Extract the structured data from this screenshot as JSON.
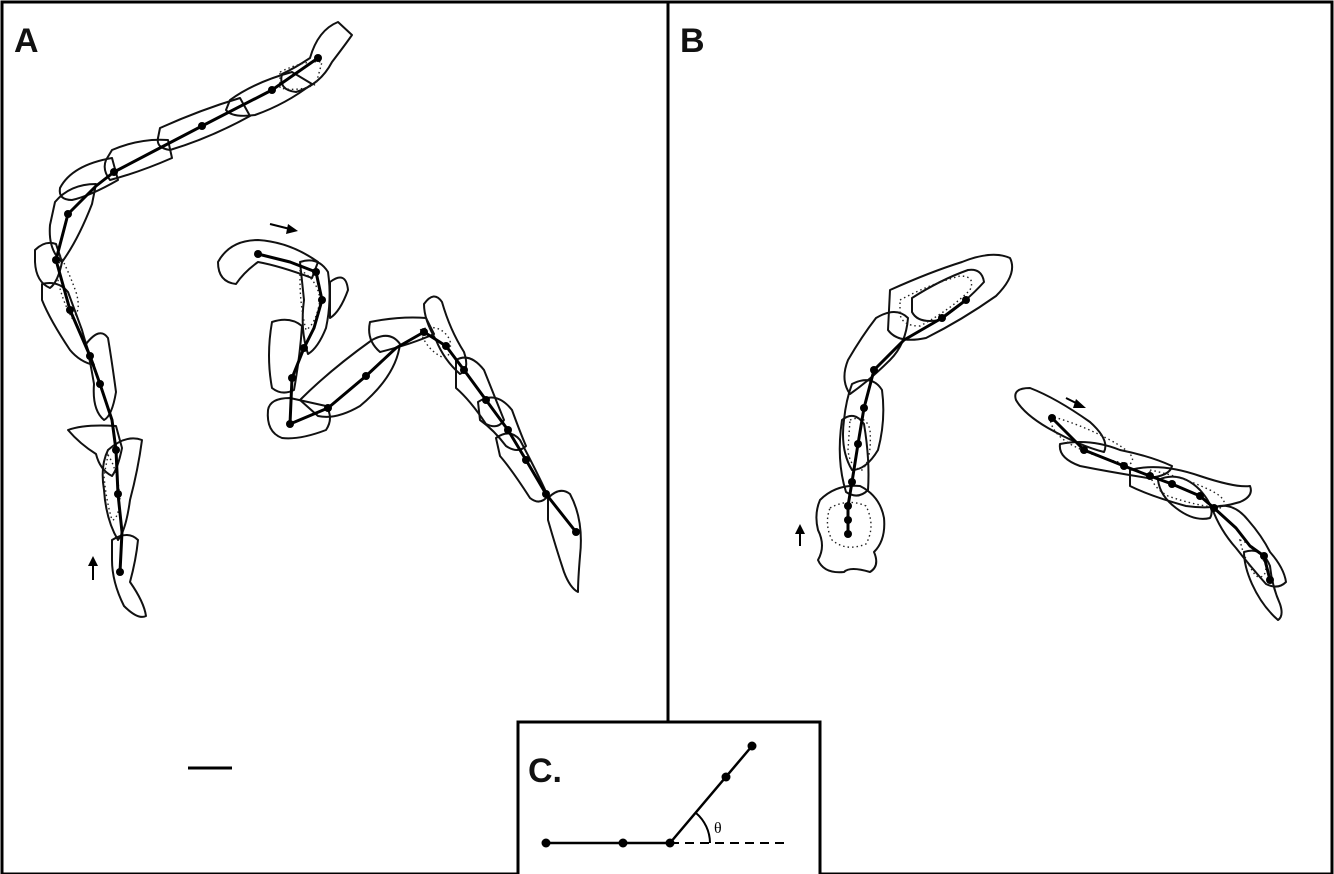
{
  "figure": {
    "panels": [
      {
        "id": "A",
        "label": "A"
      },
      {
        "id": "B",
        "label": "B"
      },
      {
        "id": "C",
        "label": "C."
      }
    ],
    "inset": {
      "angle_symbol": "θ"
    }
  }
}
